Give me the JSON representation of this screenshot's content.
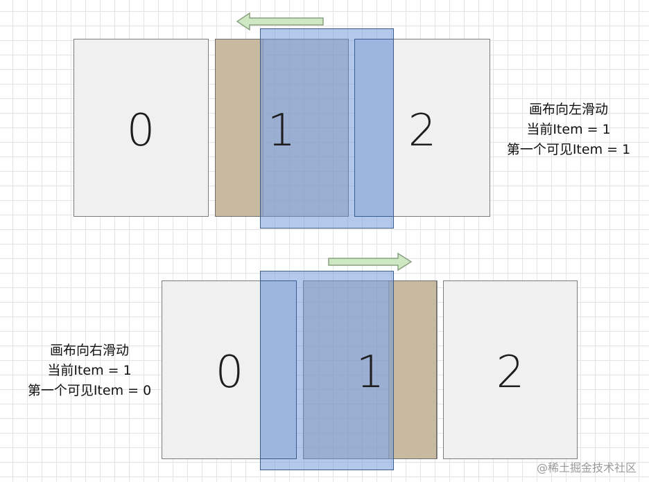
{
  "top": {
    "labels": {
      "a": "0",
      "b": "1",
      "c": "2"
    },
    "caption": [
      "画布向左滑动",
      "当前Item = 1",
      "第一个可见Item = 1"
    ],
    "arrow_direction": "left"
  },
  "bottom": {
    "labels": {
      "a": "0",
      "b": "1",
      "c": "2"
    },
    "caption": [
      "画布向右滑动",
      "当前Item = 1",
      "第一个可见Item = 0"
    ],
    "arrow_direction": "right"
  },
  "colors": {
    "card": "#f0f0f0",
    "highlight_gray": "#a0a0a0",
    "orange": "#f7d9a2",
    "blue": "#6e96d7",
    "arrow_green": "#cfe8c4"
  },
  "watermark": "@稀土掘金技术社区"
}
